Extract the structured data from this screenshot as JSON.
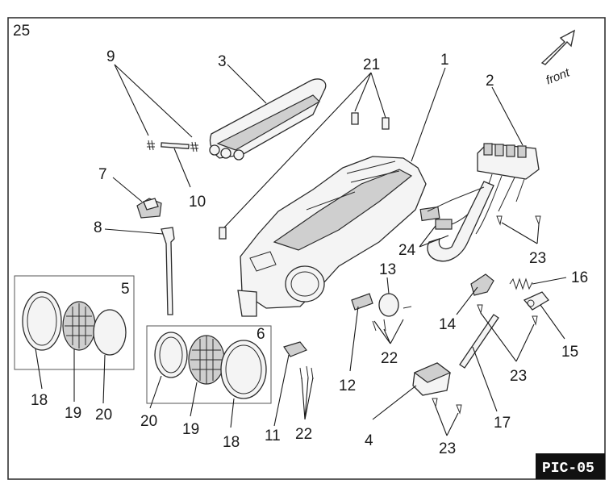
{
  "figure": {
    "page_label": "25",
    "pic_tag": "PIC-05",
    "orientation_label": "front"
  },
  "callouts": {
    "c1": "1",
    "c2": "2",
    "c3": "3",
    "c4": "4",
    "c5": "5",
    "c6": "6",
    "c7": "7",
    "c8": "8",
    "c9": "9",
    "c10": "10",
    "c11": "11",
    "c12": "12",
    "c13": "13",
    "c14": "14",
    "c15": "15",
    "c16": "16",
    "c17": "17",
    "c18a": "18",
    "c18b": "18",
    "c19a": "19",
    "c19b": "19",
    "c20a": "20",
    "c20b": "20",
    "c21": "21",
    "c22a": "22",
    "c22b": "22",
    "c23a": "23",
    "c23b": "23",
    "c23c": "23",
    "c24": "24"
  }
}
